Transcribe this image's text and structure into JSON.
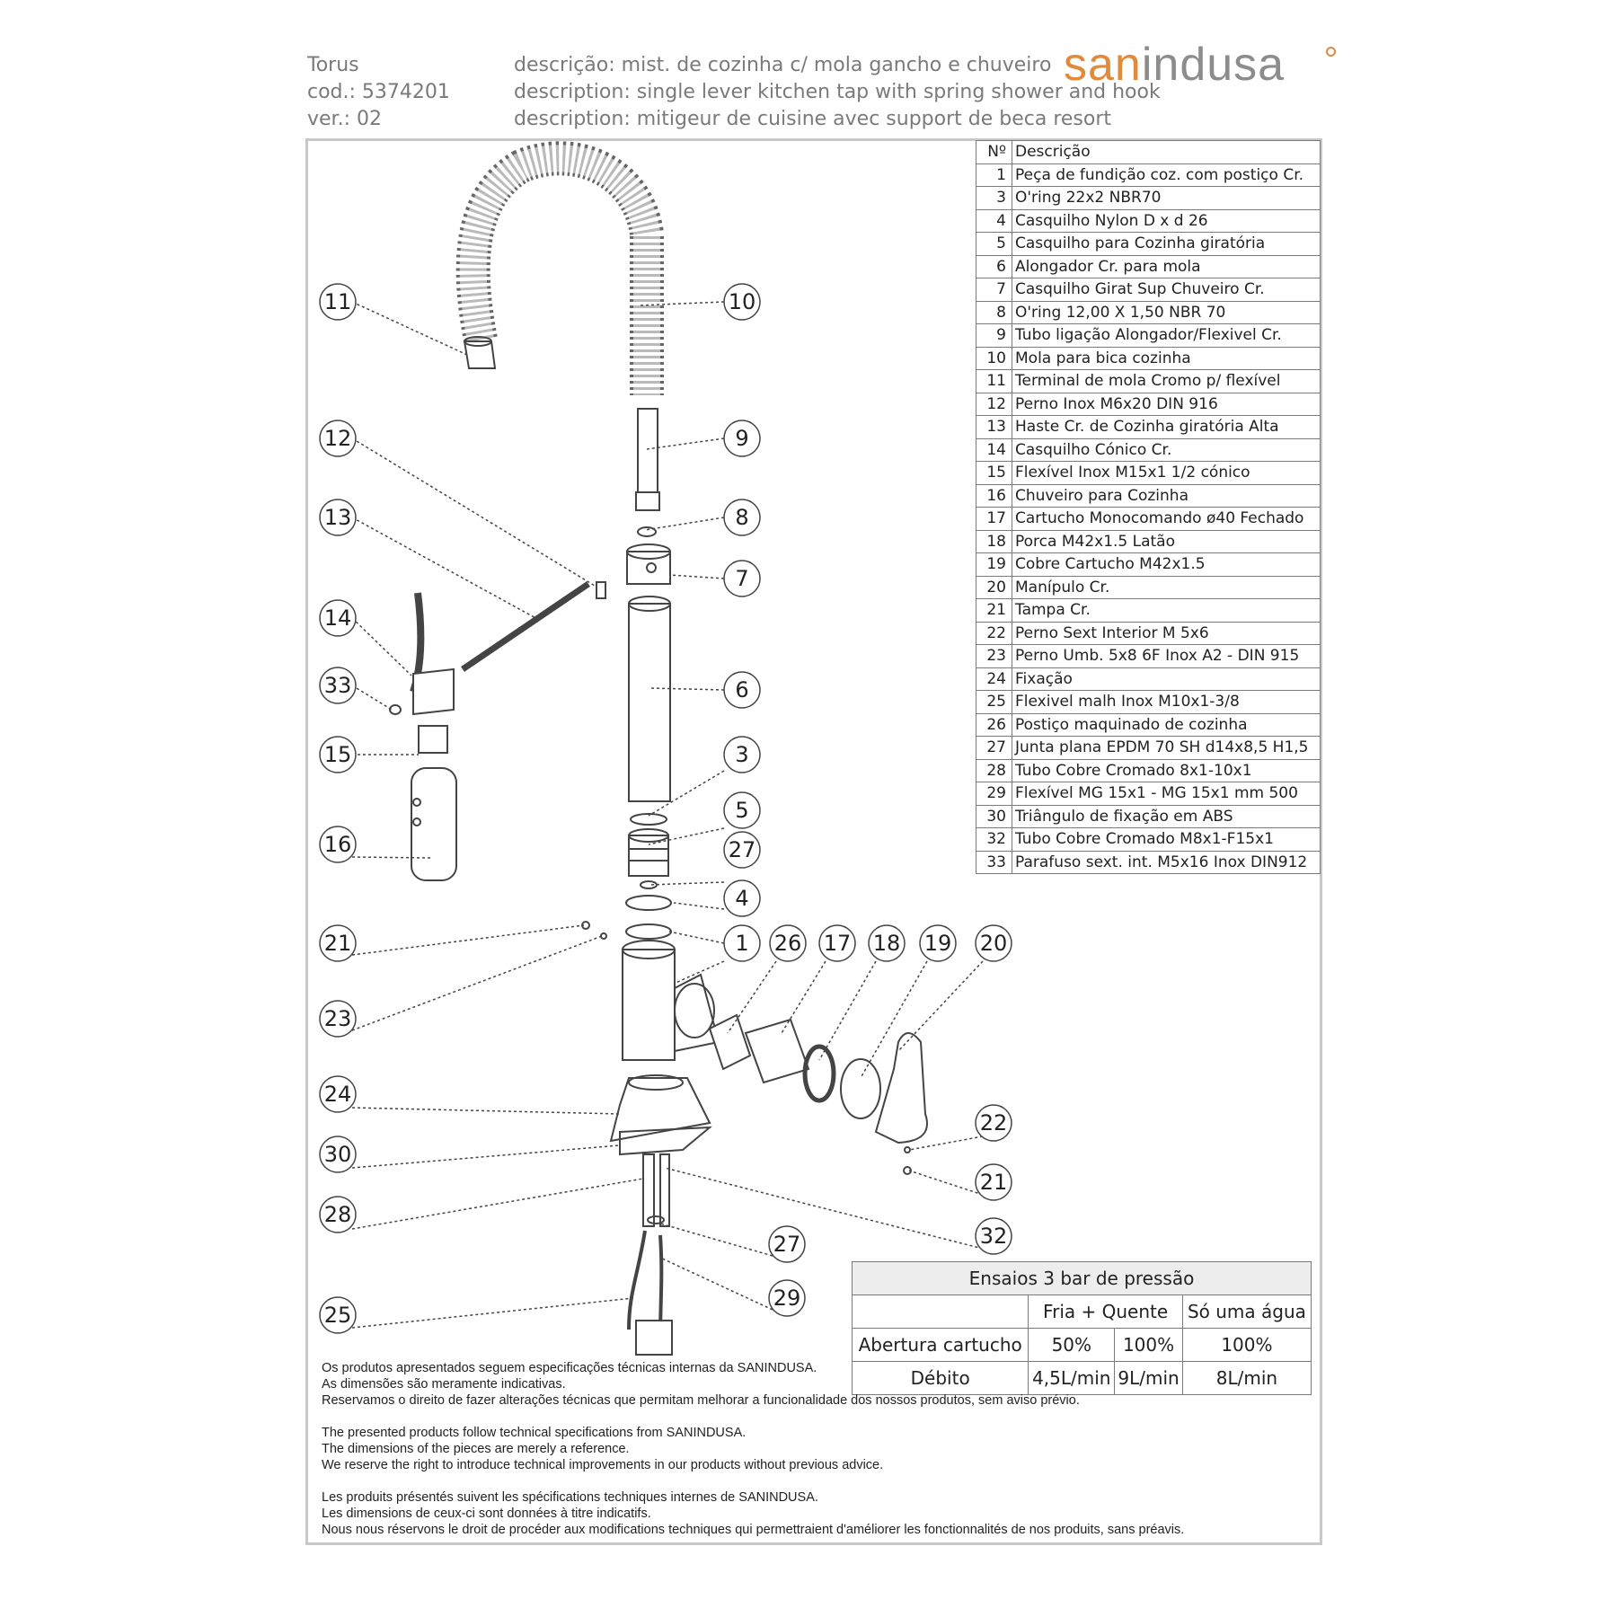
{
  "header": {
    "model": "Torus",
    "code": "cod.: 5374201",
    "version": "ver.: 02",
    "desc_pt": "descrição: mist. de cozinha c/ mola gancho e chuveiro",
    "desc_en": "description: single lever kitchen tap with spring shower and hook",
    "desc_fr": "description: mitigeur de cuisine avec support de beca resort",
    "brand_part1": "san",
    "brand_part2": "indusa"
  },
  "colors": {
    "brand_orange": "#e08a3c",
    "brand_grey": "#8c8c8c",
    "frame": "#c8c8c8"
  },
  "parts_table": {
    "header_no": "Nº",
    "header_desc": "Descrição",
    "rows": [
      {
        "no": "1",
        "desc": "Peça de fundição coz. com postiço Cr."
      },
      {
        "no": "3",
        "desc": "O'ring 22x2  NBR70"
      },
      {
        "no": "4",
        "desc": "Casquilho  Nylon D  x d 26"
      },
      {
        "no": "5",
        "desc": "Casquilho para Cozinha giratória"
      },
      {
        "no": "6",
        "desc": "Alongador Cr. para mola"
      },
      {
        "no": "7",
        "desc": "Casquilho Girat Sup Chuveiro Cr."
      },
      {
        "no": "8",
        "desc": "O'ring 12,00 X 1,50 NBR 70"
      },
      {
        "no": "9",
        "desc": "Tubo ligação Alongador/Flexivel Cr."
      },
      {
        "no": "10",
        "desc": "Mola para bica cozinha"
      },
      {
        "no": "11",
        "desc": "Terminal de mola Cromo  p/ flexível"
      },
      {
        "no": "12",
        "desc": "Perno Inox M6x20 DIN 916"
      },
      {
        "no": "13",
        "desc": "Haste Cr. de Cozinha giratória Alta"
      },
      {
        "no": "14",
        "desc": "Casquilho Cónico Cr."
      },
      {
        "no": "15",
        "desc": "Flexível Inox M15x1 1/2 cónico"
      },
      {
        "no": "16",
        "desc": "Chuveiro para Cozinha"
      },
      {
        "no": "17",
        "desc": "Cartucho Monocomando ø40 Fechado"
      },
      {
        "no": "18",
        "desc": "Porca M42x1.5 Latão"
      },
      {
        "no": "19",
        "desc": "Cobre Cartucho M42x1.5"
      },
      {
        "no": "20",
        "desc": "Manípulo Cr."
      },
      {
        "no": "21",
        "desc": "Tampa Cr."
      },
      {
        "no": "22",
        "desc": "Perno Sext Interior M 5x6"
      },
      {
        "no": "23",
        "desc": "Perno Umb. 5x8 6F Inox A2 - DIN 915"
      },
      {
        "no": "24",
        "desc": "Fixação"
      },
      {
        "no": "25",
        "desc": "Flexivel malh Inox M10x1-3/8"
      },
      {
        "no": "26",
        "desc": "Postiço maquinado de cozinha"
      },
      {
        "no": "27",
        "desc": "Junta plana EPDM 70 SH d14x8,5 H1,5"
      },
      {
        "no": "28",
        "desc": "Tubo Cobre Cromado 8x1-10x1"
      },
      {
        "no": "29",
        "desc": "Flexível MG 15x1 - MG 15x1 mm 500"
      },
      {
        "no": "30",
        "desc": "Triângulo de fixação em ABS"
      },
      {
        "no": "32",
        "desc": "Tubo Cobre Cromado M8x1-F15x1"
      },
      {
        "no": "33",
        "desc": "Parafuso sext. int. M5x16 Inox DIN912"
      }
    ]
  },
  "tests_table": {
    "title": "Ensaios 3 bar de pressão",
    "col_mixed": "Fria + Quente",
    "col_single": "Só uma água",
    "row1_label": "Abertura cartucho",
    "row1_v1": "50%",
    "row1_v2": "100%",
    "row1_v3": "100%",
    "row2_label": "Débito",
    "row2_v1": "4,5L/min",
    "row2_v2": "9L/min",
    "row2_v3": "8L/min"
  },
  "notes": {
    "pt1": "Os produtos apresentados seguem especificações técnicas internas da SANINDUSA.",
    "pt2": "As dimensões são meramente indicativas.",
    "pt3": "Reservamos o direito de fazer alterações técnicas que permitam melhorar a funcionalidade dos nossos produtos, sem aviso prévio.",
    "en1": "The presented products follow technical specifications from SANINDUSA.",
    "en2": "The dimensions of the pieces are merely a reference.",
    "en3": "We reserve the right to introduce technical improvements in our products without previous advice.",
    "fr1": "Les produits présentés suivent les spécifications techniques internes de SANINDUSA.",
    "fr2": "Les dimensions de ceux-ci sont données à titre indicatifs.",
    "fr3": "Nous nous réservons le droit de procéder aux modifications techniques qui permettraient d'améliorer les fonctionnalités de nos produits, sans préavis."
  },
  "callouts": [
    "11",
    "10",
    "12",
    "9",
    "13",
    "8",
    "7",
    "14",
    "33",
    "6",
    "15",
    "3",
    "5",
    "16",
    "27",
    "4",
    "21",
    "1",
    "26",
    "17",
    "18",
    "19",
    "20",
    "23",
    "24",
    "22",
    "30",
    "21",
    "28",
    "32",
    "27",
    "29",
    "25"
  ]
}
